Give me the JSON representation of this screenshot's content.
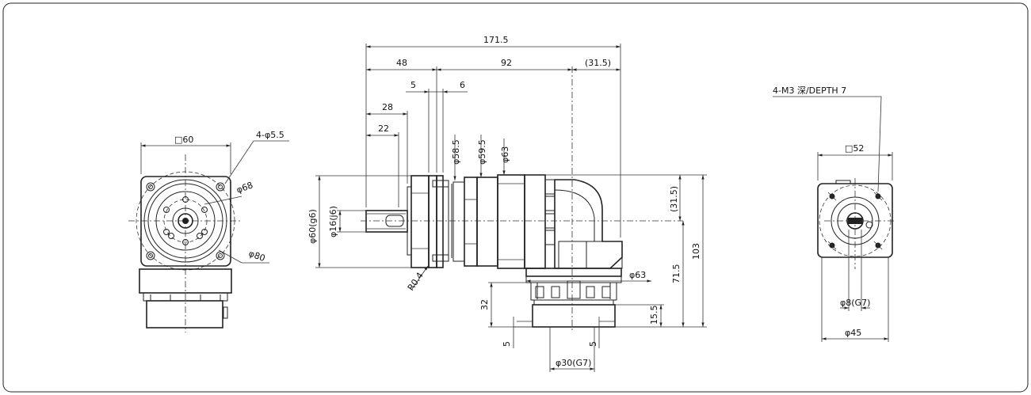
{
  "front_view": {
    "square": "□60",
    "holes": "4-φ5.5",
    "pcd": "φ68",
    "outer": "φ80"
  },
  "side_view": {
    "overall": "171.5",
    "d48": "48",
    "d92": "92",
    "d31_5_top": "(31.5)",
    "d5": "5",
    "d6": "6",
    "d28": "28",
    "d22": "22",
    "dia58_5": "φ58.5",
    "dia59_5": "φ59.5",
    "dia63_top": "φ63",
    "dia60": "φ60(g6)",
    "dia16": "φ16(j6)",
    "r0_4": "R0.4",
    "d31_5_right": "(31.5)",
    "d103": "103",
    "d71_5": "71.5",
    "dia63_bottom": "φ63",
    "d32": "32",
    "d15_5": "15.5",
    "d5_left": "5",
    "d5_right": "5",
    "dia30": "φ30(G7)"
  },
  "input_view": {
    "tapped_holes": "4-M3  深/DEPTH  7",
    "square": "□52",
    "bore": "φ8(G7)",
    "pcd": "φ45"
  }
}
